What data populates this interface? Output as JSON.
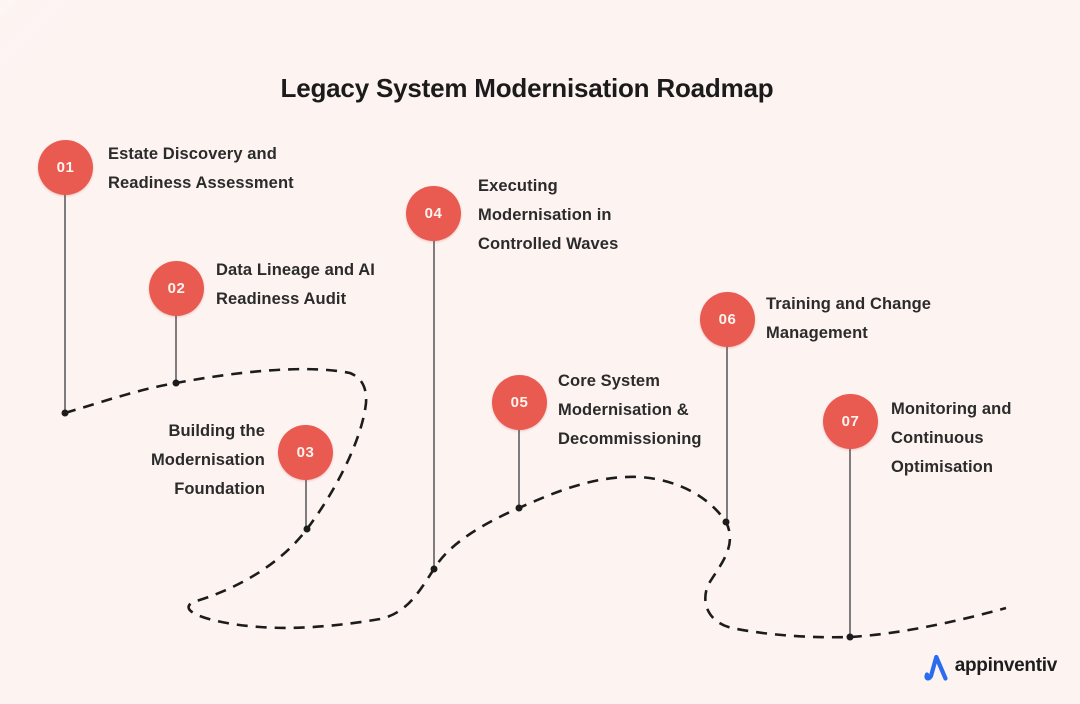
{
  "title": "Legacy System Modernisation Roadmap",
  "steps": [
    {
      "number": "01",
      "lines": [
        "Estate Discovery and",
        "Readiness Assessment"
      ]
    },
    {
      "number": "02",
      "lines": [
        "Data Lineage and AI",
        "Readiness Audit"
      ]
    },
    {
      "number": "03",
      "lines": [
        "Building the",
        "Modernisation",
        "Foundation"
      ]
    },
    {
      "number": "04",
      "lines": [
        "Executing",
        "Modernisation in",
        "Controlled Waves"
      ]
    },
    {
      "number": "05",
      "lines": [
        "Core System",
        "Modernisation &",
        "Decommissioning"
      ]
    },
    {
      "number": "06",
      "lines": [
        "Training and Change",
        "Management"
      ]
    },
    {
      "number": "07",
      "lines": [
        "Monitoring and",
        "Continuous",
        "Optimisation"
      ]
    }
  ],
  "colors": {
    "background": "#FDF3F1",
    "step_circle": "#E95B50",
    "step_number_text": "#FFF3F0",
    "label_text": "#2B2B2B",
    "dashed_path": "#1C1C1C",
    "connector_line": "#5F5F5F",
    "logo_blue": "#2B6BEF",
    "logo_text": "#1D1D1D"
  },
  "logo": {
    "text": "appinventiv"
  }
}
